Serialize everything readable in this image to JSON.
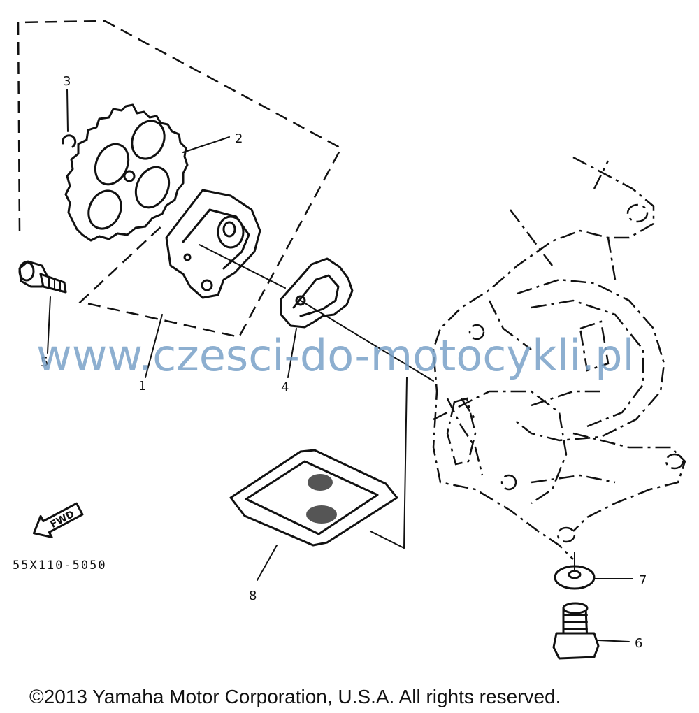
{
  "callouts": {
    "c1": "1",
    "c2": "2",
    "c3": "3",
    "c4": "4",
    "c5": "5",
    "c6": "6",
    "c7": "7",
    "c8": "8"
  },
  "fwd_label": "FWD",
  "diagram_code": "55X110-5050",
  "watermark": "www.czesci-do-motocykli.pl",
  "copyright": "©2013 Yamaha Motor Corporation, U.S.A. All rights reserved."
}
